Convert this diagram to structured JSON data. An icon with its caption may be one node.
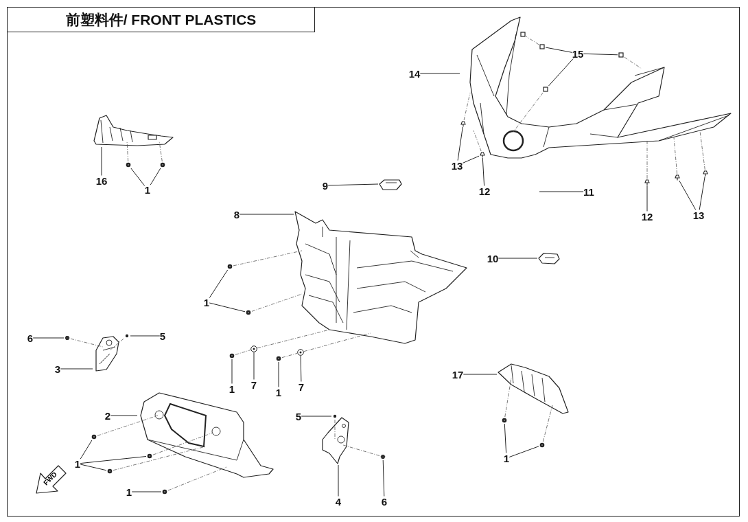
{
  "diagram": {
    "title": "前塑料件/ FRONT PLASTICS",
    "nodes": [
      {
        "text": [
          "16"
        ]
      },
      {
        "text": [],
        "shape": "picture"
      },
      {
        "text": [
          "1"
        ]
      },
      {
        "text": [
          "15"
        ]
      },
      {
        "text": [
          "14"
        ]
      },
      {
        "text": [],
        "shape": "picture"
      },
      {
        "text": [
          "13"
        ]
      },
      {
        "text": [
          "12"
        ]
      },
      {
        "text": [
          "9"
        ]
      },
      {
        "text": [],
        "shape": "picture"
      },
      {
        "text": [
          "11"
        ]
      },
      {
        "text": [
          "12"
        ]
      },
      {
        "text": [
          "13"
        ]
      },
      {
        "text": [
          "8"
        ]
      },
      {
        "text": [],
        "shape": "picture"
      },
      {
        "text": [
          "10"
        ]
      },
      {
        "text": [],
        "shape": "picture"
      },
      {
        "text": [
          "1"
        ]
      },
      {
        "text": [
          "6"
        ]
      },
      {
        "text": [
          "5"
        ]
      },
      {
        "text": [],
        "shape": "picture"
      },
      {
        "text": [
          "3"
        ]
      },
      {
        "text": [
          "1"
        ]
      },
      {
        "text": [
          "7"
        ]
      },
      {
        "text": [
          "1"
        ]
      },
      {
        "text": [
          "7"
        ]
      },
      {
        "text": [
          "17"
        ]
      },
      {
        "text": [],
        "shape": "picture"
      },
      {
        "text": [
          "2"
        ]
      },
      {
        "text": [],
        "shape": "picture"
      },
      {
        "text": [],
        "shape": "picture"
      },
      {
        "text": [
          "5"
        ]
      },
      {
        "text": [
          "1"
        ]
      },
      {
        "text": [
          "1"
        ]
      },
      {
        "text": [
          "4"
        ]
      },
      {
        "text": [
          "6"
        ]
      },
      {
        "text": [
          "1"
        ]
      },
      {
        "text": [],
        "shape": "picture"
      },
      {
        "text": [],
        "shape": "picture"
      },
      {
        "text": [],
        "shape": "box"
      },
      {
        "text": [],
        "shape": "box"
      },
      {
        "text": [],
        "shape": "box"
      },
      {
        "text": [],
        "shape": "box"
      },
      {
        "text": [],
        "shape": "picture"
      },
      {
        "text": [],
        "shape": "picture"
      },
      {
        "text": [],
        "shape": "picture"
      },
      {
        "text": [],
        "shape": "picture"
      },
      {
        "text": [],
        "shape": "picture"
      },
      {
        "text": [],
        "shape": "picture"
      },
      {
        "text": [],
        "shape": "picture"
      },
      {
        "text": [],
        "shape": "picture"
      },
      {
        "text": [],
        "shape": "circle"
      },
      {
        "text": [],
        "shape": "picture"
      },
      {
        "text": [],
        "shape": "picture"
      },
      {
        "text": [],
        "shape": "picture"
      },
      {
        "text": [],
        "shape": "picture"
      },
      {
        "text": [],
        "shape": "circle"
      },
      {
        "text": [],
        "shape": "picture"
      },
      {
        "text": [],
        "shape": "picture"
      },
      {
        "text": [],
        "shape": "picture"
      },
      {
        "text": [],
        "shape": "picture"
      },
      {
        "text": [],
        "shape": "picture"
      },
      {
        "text": [],
        "shape": "picture"
      },
      {
        "text": [],
        "shape": "picture"
      }
    ],
    "edges": [
      {
        "from": 0,
        "to": 1,
        "arrow": "none"
      },
      {
        "from": 2,
        "to": 37,
        "arrow": "none"
      },
      {
        "from": 2,
        "to": 38,
        "arrow": "none"
      },
      {
        "from": 3,
        "to": 40,
        "arrow": "none"
      },
      {
        "from": 3,
        "to": 41,
        "arrow": "none"
      },
      {
        "from": 3,
        "to": 42,
        "arrow": "none"
      },
      {
        "from": 4,
        "to": 5,
        "arrow": "none"
      },
      {
        "from": 6,
        "to": 43,
        "arrow": "none"
      },
      {
        "from": 6,
        "to": 44,
        "arrow": "none"
      },
      {
        "from": 7,
        "to": 44,
        "arrow": "none"
      },
      {
        "from": 8,
        "to": 9,
        "arrow": "none"
      },
      {
        "from": 10,
        "to": null,
        "arrow": "none"
      },
      {
        "from": 11,
        "to": 45,
        "arrow": "none"
      },
      {
        "from": 12,
        "to": 46,
        "arrow": "none"
      },
      {
        "from": 12,
        "to": 47,
        "arrow": "none"
      },
      {
        "from": 13,
        "to": 14,
        "arrow": "none"
      },
      {
        "from": 15,
        "to": 16,
        "arrow": "none"
      },
      {
        "from": 17,
        "to": 48,
        "arrow": "none"
      },
      {
        "from": 17,
        "to": 49,
        "arrow": "none"
      },
      {
        "from": 18,
        "to": 50,
        "arrow": "none"
      },
      {
        "from": 19,
        "to": 51,
        "arrow": "none"
      },
      {
        "from": 21,
        "to": 20,
        "arrow": "none"
      },
      {
        "from": 22,
        "to": 54,
        "arrow": "none"
      },
      {
        "from": 23,
        "to": 52,
        "arrow": "none"
      },
      {
        "from": 24,
        "to": 55,
        "arrow": "none"
      },
      {
        "from": 25,
        "to": 53,
        "arrow": "none"
      },
      {
        "from": 26,
        "to": 27,
        "arrow": "none"
      },
      {
        "from": 28,
        "to": 29,
        "arrow": "none"
      },
      {
        "from": 31,
        "to": 56,
        "arrow": "none"
      },
      {
        "from": 32,
        "to": 58,
        "arrow": "none"
      },
      {
        "from": 32,
        "to": 60,
        "arrow": "none"
      },
      {
        "from": 32,
        "to": 62,
        "arrow": "none"
      },
      {
        "from": 33,
        "to": 63,
        "arrow": "none"
      },
      {
        "from": 34,
        "to": 30,
        "arrow": "none"
      },
      {
        "from": 35,
        "to": 61,
        "arrow": "none"
      },
      {
        "from": 36,
        "to": 57,
        "arrow": "none"
      },
      {
        "from": 36,
        "to": 59,
        "arrow": "none"
      },
      {
        "from": 37,
        "to": 1,
        "arrow": "none",
        "style": "dashed"
      },
      {
        "from": 38,
        "to": 1,
        "arrow": "none",
        "style": "dashed"
      },
      {
        "from": 48,
        "to": 14,
        "arrow": "none",
        "style": "dashed"
      },
      {
        "from": 49,
        "to": 14,
        "arrow": "none",
        "style": "dashed"
      },
      {
        "from": 54,
        "to": 52,
        "arrow": "none",
        "style": "dashed"
      },
      {
        "from": 52,
        "to": 14,
        "arrow": "none",
        "style": "dashed"
      },
      {
        "from": 55,
        "to": 53,
        "arrow": "none",
        "style": "dashed"
      },
      {
        "from": 53,
        "to": 14,
        "arrow": "none",
        "style": "dashed"
      },
      {
        "from": 50,
        "to": 20,
        "arrow": "none",
        "style": "dashed"
      },
      {
        "from": 51,
        "to": 20,
        "arrow": "none",
        "style": "dashed"
      },
      {
        "from": 58,
        "to": 29,
        "arrow": "none",
        "style": "dashed"
      },
      {
        "from": 60,
        "to": 29,
        "arrow": "none",
        "style": "dashed"
      },
      {
        "from": 62,
        "to": 29,
        "arrow": "none",
        "style": "dashed"
      },
      {
        "from": 63,
        "to": 29,
        "arrow": "none",
        "style": "dashed"
      },
      {
        "from": 56,
        "to": 30,
        "arrow": "none",
        "style": "dashed"
      },
      {
        "from": 61,
        "to": 30,
        "arrow": "none",
        "style": "dashed"
      },
      {
        "from": 57,
        "to": 27,
        "arrow": "none",
        "style": "dashed"
      },
      {
        "from": 59,
        "to": 27,
        "arrow": "none",
        "style": "dashed"
      },
      {
        "from": 40,
        "to": 39,
        "arrow": "none",
        "style": "dashed"
      },
      {
        "from": 41,
        "to": 5,
        "arrow": "none",
        "style": "dashed"
      },
      {
        "from": 42,
        "to": 5,
        "arrow": "none",
        "style": "dashed"
      },
      {
        "from": 43,
        "to": 5,
        "arrow": "none",
        "style": "dashed"
      },
      {
        "from": 44,
        "to": 5,
        "arrow": "none",
        "style": "dashed"
      },
      {
        "from": 45,
        "to": 5,
        "arrow": "none",
        "style": "dashed"
      },
      {
        "from": 46,
        "to": 5,
        "arrow": "none",
        "style": "dashed"
      },
      {
        "from": 47,
        "to": 5,
        "arrow": "none",
        "style": "dashed"
      }
    ],
    "labels": [
      "FWD"
    ]
  }
}
